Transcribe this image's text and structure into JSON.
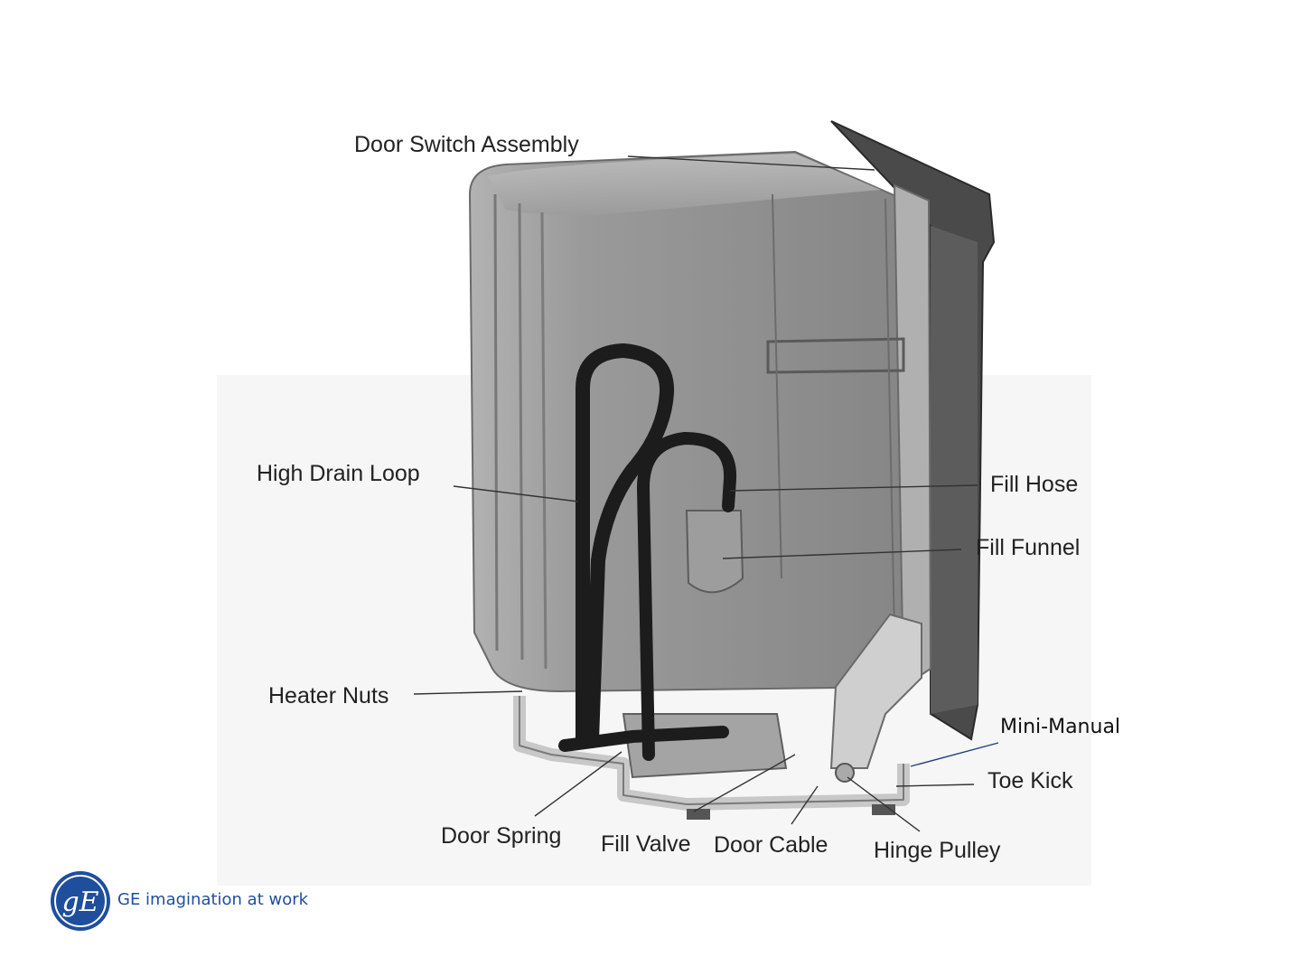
{
  "diagram": {
    "labels": {
      "door_switch_assembly": "Door Switch Assembly",
      "high_drain_loop": "High Drain Loop",
      "fill_hose": "Fill Hose",
      "fill_funnel": "Fill Funnel",
      "heater_nuts": "Heater Nuts",
      "mini_manual": "Mini-Manual",
      "toe_kick": "Toe Kick",
      "door_spring": "Door Spring",
      "fill_valve": "Fill Valve",
      "door_cable": "Door Cable",
      "hinge_pulley": "Hinge Pulley"
    }
  },
  "brand": {
    "logo": "GE-monogram-logo",
    "tagline": "GE imagination at work",
    "color": "#1f4f9c"
  },
  "colors": {
    "tub": "#8f8f8f",
    "hose": "#1c1c1c",
    "frame": "#c8c8c8"
  }
}
